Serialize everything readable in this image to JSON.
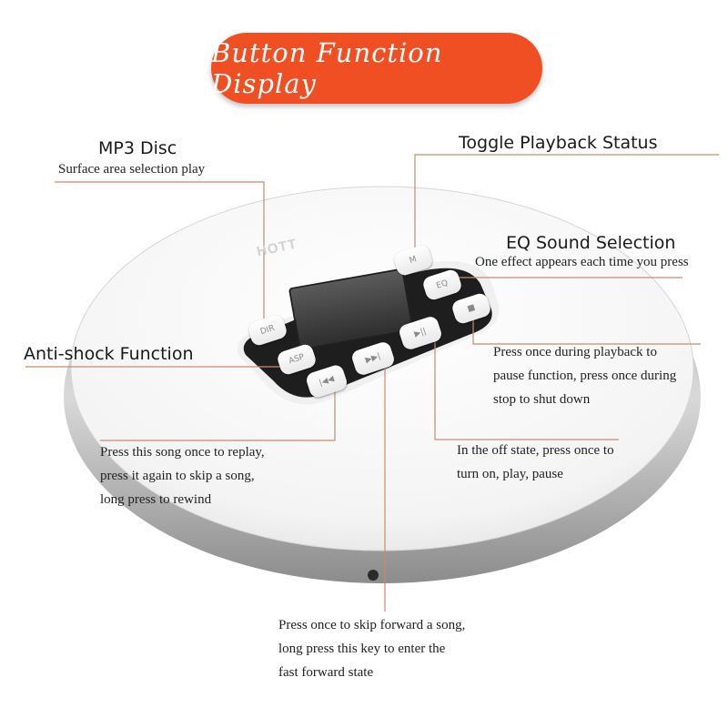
{
  "banner": {
    "title": "Button Function Display"
  },
  "device": {
    "logo": "HOTT",
    "buttons": {
      "dir": "DIR",
      "asp": "ASP",
      "mode": "M",
      "eq": "EQ",
      "prev": "|◀◀",
      "next": "▶▶|",
      "play_pause": "▶||",
      "stop": "■"
    }
  },
  "labels": {
    "mp3_disc": {
      "title": "MP3 Disc",
      "desc": "Surface area selection play"
    },
    "toggle_playback": {
      "title": "Toggle Playback Status"
    },
    "eq_sound": {
      "title": "EQ Sound Selection",
      "desc": "One effect appears each time you press"
    },
    "anti_shock": {
      "title": "Anti-shock Function"
    },
    "stop_desc": [
      "Press once during playback to",
      "pause function, press once during",
      "stop to shut down"
    ],
    "play_desc": [
      "In the off state, press once to",
      "turn on, play, pause"
    ],
    "prev_desc": [
      "Press this song once to replay,",
      "press it again to skip a song,",
      "long press to rewind"
    ],
    "next_desc": [
      "Press once to skip forward a song,",
      "long press this key to enter the",
      "fast forward state"
    ]
  },
  "colors": {
    "banner": "#f04f23",
    "leader_line": "#c98b6e",
    "panel": "#1e1e1e"
  }
}
